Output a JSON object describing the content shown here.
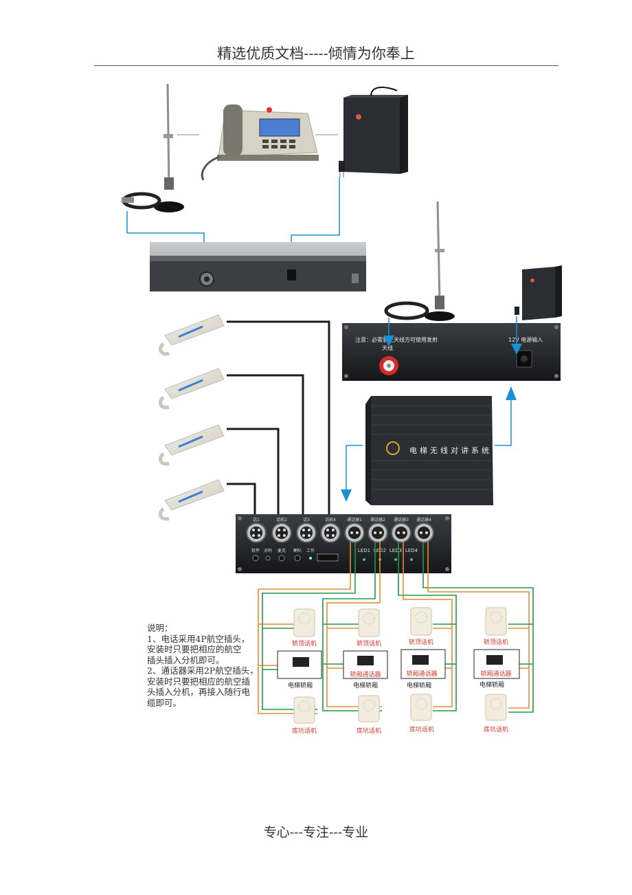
{
  "header": {
    "title": "精选优质文档-----倾情为你奉上"
  },
  "footer": {
    "title": "专心---专注---专业"
  },
  "wireless_panel": {
    "note": "注意：必需装上天线方可使用发射",
    "antenna_port": "天线",
    "power_port": "12V 电源输入"
  },
  "main_unit": {
    "name": "电梯无线对讲系统"
  },
  "distributor": {
    "phone_ports": [
      "话1",
      "话机2",
      "话3",
      "话机4"
    ],
    "intercom_ports": [
      "通话器1",
      "通话器2",
      "通话器3",
      "通话器4"
    ],
    "led_labels": [
      "LED1",
      "LED2",
      "LED3",
      "LED4"
    ],
    "bottom_labels": [
      "软件",
      "对码",
      "麦克",
      "喇叭",
      "工作"
    ]
  },
  "elevators": {
    "top_label": "轿顶话机",
    "car_intercom_label": "轿厢通话器",
    "car_label": "电梯轿厢",
    "pit_label": "底坑话机"
  },
  "description": {
    "lines": [
      "说明：",
      "1、电话采用4P航空插头，",
      "安装时只要把相应的航空",
      "插头插入分机即可。",
      "2、通话器采用2P航空插头，",
      "安装时只要把相应的航空插",
      "头插入分机，再接入随行电",
      "缆即可。"
    ]
  },
  "colors": {
    "wire_orange": "#e88a2e",
    "wire_green": "#1f9a4a",
    "arrow_blue": "#1a8fd6",
    "label_red": "#d23a2a"
  }
}
